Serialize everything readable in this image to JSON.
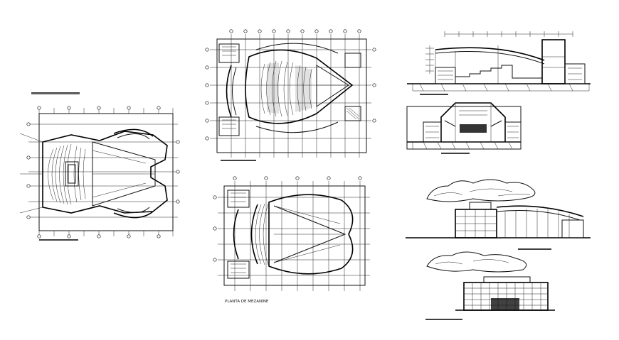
{
  "sheet": {
    "title_mezzanine": "PLANTA DE MEZANINE",
    "colors": {
      "line": "#111111",
      "background": "#ffffff"
    }
  },
  "drawings": [
    {
      "id": "plan-ground",
      "kind": "floor-plan"
    },
    {
      "id": "plan-upper",
      "kind": "floor-plan"
    },
    {
      "id": "plan-mezzanine",
      "kind": "floor-plan"
    },
    {
      "id": "section-long",
      "kind": "section"
    },
    {
      "id": "section-cross",
      "kind": "section"
    },
    {
      "id": "elevation-side",
      "kind": "elevation"
    },
    {
      "id": "elevation-front",
      "kind": "elevation"
    }
  ]
}
